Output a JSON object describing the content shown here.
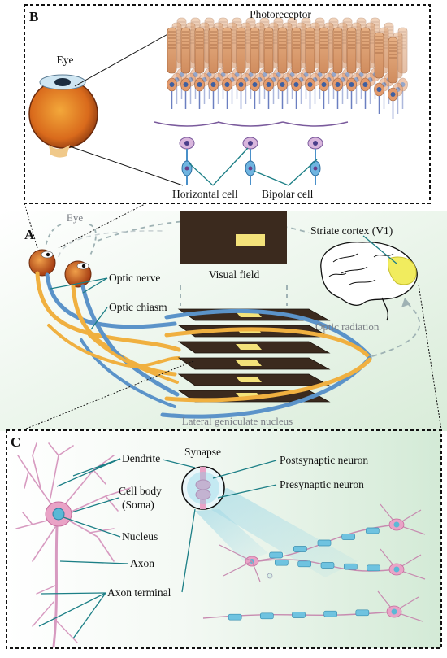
{
  "panel_b": {
    "letter": "B",
    "eye_label": "Eye",
    "photoreceptor_label": "Photoreceptor",
    "horizontal_cell_label": "Horizontal cell",
    "bipolar_cell_label": "Bipolar cell"
  },
  "panel_a": {
    "letter": "A",
    "eye_label": "Eye",
    "optic_nerve_label": "Optic nerve",
    "optic_chiasm_label": "Optic chiasm",
    "visual_field_label": "Visual field",
    "striate_cortex_label": "Striate cortex (V1)",
    "optic_radiation_label": "Optic radiation",
    "lgn_label": "Lateral geniculate nucleus"
  },
  "panel_c": {
    "letter": "C",
    "dendrite_label": "Dendrite",
    "cell_body_label": "Cell body",
    "soma_label": "(Soma)",
    "nucleus_label": "Nucleus",
    "axon_label": "Axon",
    "axon_terminal_label": "Axon terminal",
    "synapse_label": "Synapse",
    "postsynaptic_label": "Postsynaptic neuron",
    "presynaptic_label": "Presynaptic neuron"
  },
  "colors": {
    "leader": "#1c7f86",
    "nerve_blue": "#5b93c9",
    "nerve_orange": "#f0b040",
    "layer_dark": "#3b2a1e",
    "visual_highlight": "#f3e27a",
    "neuron_pink": "#e9a3c6",
    "nucleus_cyan": "#5bb8d6",
    "axon_blue": "#6fc3e0"
  }
}
